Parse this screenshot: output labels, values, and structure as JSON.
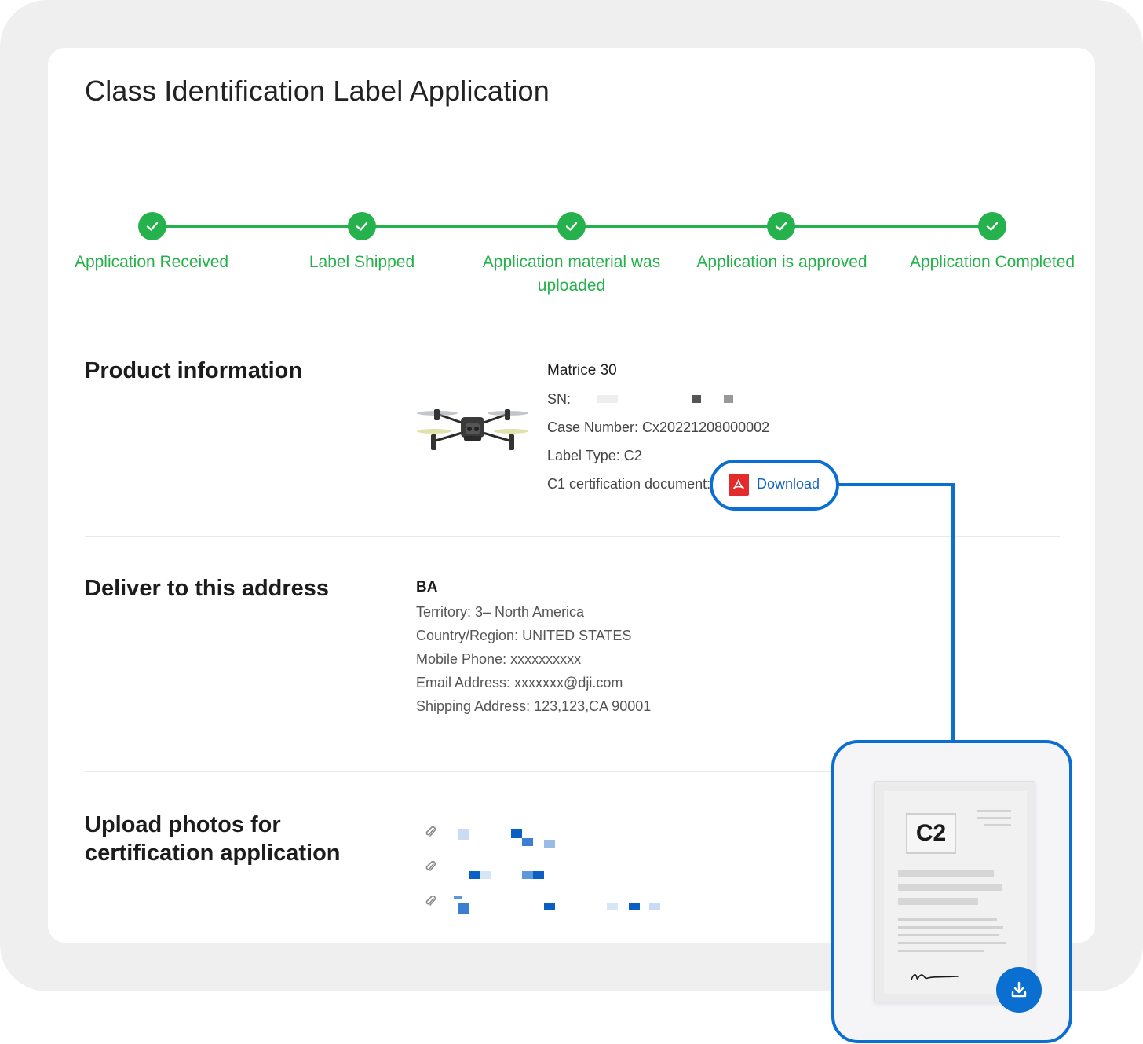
{
  "page": {
    "title": "Class Identification Label Application"
  },
  "stepper": {
    "steps": [
      {
        "label": "Application Received"
      },
      {
        "label": "Label Shipped"
      },
      {
        "label": "Application material was uploaded"
      },
      {
        "label": "Application is approved"
      },
      {
        "label": "Application Completed"
      }
    ],
    "color": "#25b14b"
  },
  "product": {
    "section_title": "Product information",
    "model": "Matrice 30",
    "sn_label": "SN:",
    "case_number": "Case Number: Cx20221208000002",
    "label_type": "Label Type: C2",
    "certification_label": "C1 certification document:",
    "download_label": "Download"
  },
  "address": {
    "section_title": "Deliver to this address",
    "name": "BA",
    "territory": "Territory:  3– North America",
    "country": "Country/Region:  UNITED STATES",
    "phone": "Mobile Phone:  xxxxxxxxxx",
    "email": "Email Address:  xxxxxxx@dji.com",
    "shipping": "Shipping Address:  123,123,CA 90001"
  },
  "upload": {
    "section_title_line1": "Upload photos for",
    "section_title_line2": "certification application"
  },
  "preview": {
    "badge": "C2",
    "accent_color": "#0a6fd1"
  }
}
